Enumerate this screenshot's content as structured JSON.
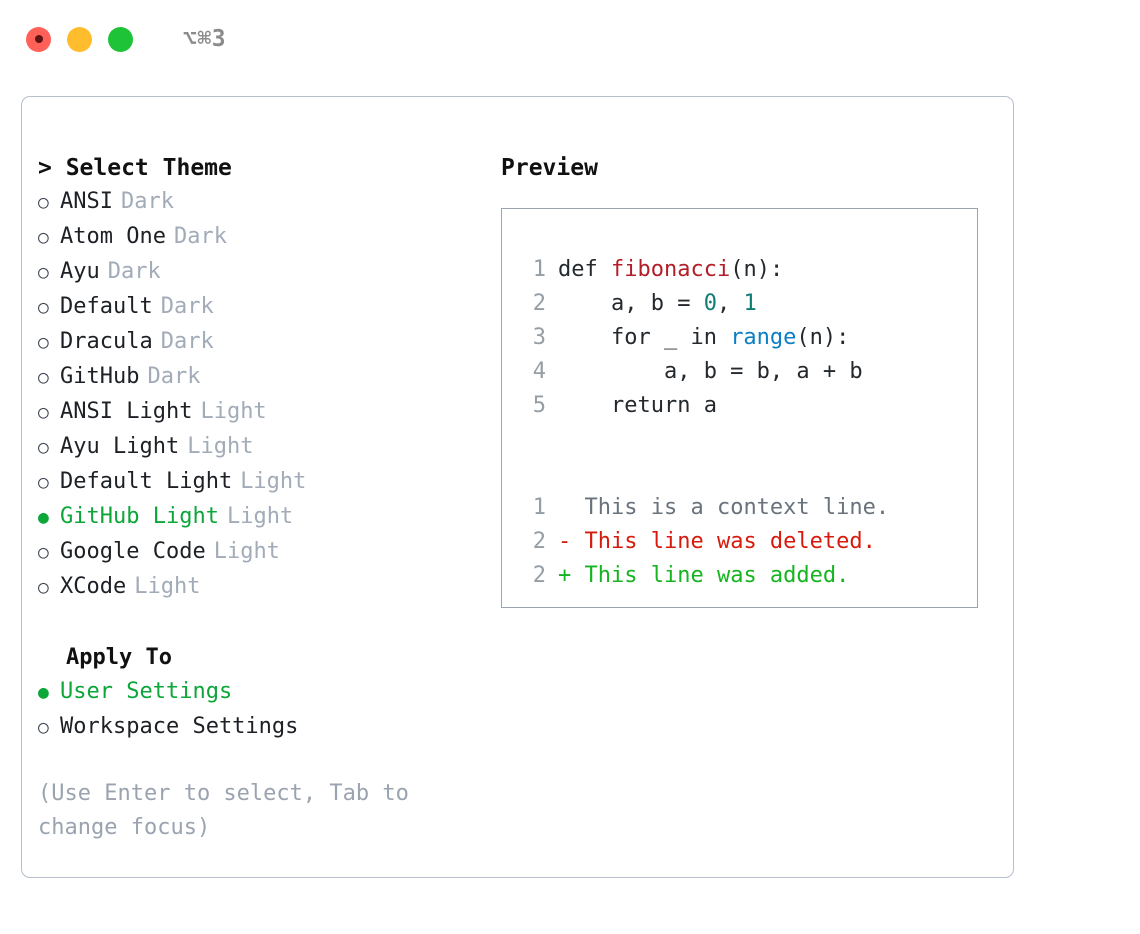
{
  "window": {
    "title": "⌥⌘3",
    "lights": [
      "close-red",
      "minimize-yellow",
      "zoom-green"
    ]
  },
  "left": {
    "header": "> Select Theme",
    "themes": [
      {
        "bullet": "○",
        "label": "ANSI",
        "tag": "Dark",
        "selected": false
      },
      {
        "bullet": "○",
        "label": "Atom One",
        "tag": "Dark",
        "selected": false
      },
      {
        "bullet": "○",
        "label": "Ayu",
        "tag": "Dark",
        "selected": false
      },
      {
        "bullet": "○",
        "label": "Default",
        "tag": "Dark",
        "selected": false
      },
      {
        "bullet": "○",
        "label": "Dracula",
        "tag": "Dark",
        "selected": false
      },
      {
        "bullet": "○",
        "label": "GitHub",
        "tag": "Dark",
        "selected": false
      },
      {
        "bullet": "○",
        "label": "ANSI Light",
        "tag": "Light",
        "selected": false
      },
      {
        "bullet": "○",
        "label": "Ayu Light",
        "tag": "Light",
        "selected": false
      },
      {
        "bullet": "○",
        "label": "Default Light",
        "tag": "Light",
        "selected": false
      },
      {
        "bullet": "●",
        "label": "GitHub Light",
        "tag": "Light",
        "selected": true
      },
      {
        "bullet": "○",
        "label": "Google Code",
        "tag": "Light",
        "selected": false
      },
      {
        "bullet": "○",
        "label": "XCode",
        "tag": "Light",
        "selected": false
      }
    ],
    "apply_to": {
      "header": "Apply To",
      "options": [
        {
          "bullet": "●",
          "label": "User Settings",
          "selected": true
        },
        {
          "bullet": "○",
          "label": "Workspace Settings",
          "selected": false
        }
      ]
    },
    "hint": "(Use Enter to select, Tab to change focus)"
  },
  "right": {
    "header": "Preview",
    "code": [
      {
        "ln": "1",
        "segments": [
          {
            "t": "def ",
            "c": "code-txt"
          },
          {
            "t": "fibonacci",
            "c": "tok-fn"
          },
          {
            "t": "(n):",
            "c": "code-txt"
          }
        ]
      },
      {
        "ln": "2",
        "segments": [
          {
            "t": "    a, b = ",
            "c": "code-txt"
          },
          {
            "t": "0",
            "c": "tok-num"
          },
          {
            "t": ", ",
            "c": "code-txt"
          },
          {
            "t": "1",
            "c": "tok-num"
          }
        ]
      },
      {
        "ln": "3",
        "segments": [
          {
            "t": "    for _ in ",
            "c": "code-txt"
          },
          {
            "t": "range",
            "c": "tok-kw"
          },
          {
            "t": "(n):",
            "c": "code-txt"
          }
        ]
      },
      {
        "ln": "4",
        "segments": [
          {
            "t": "        a, b = b, a + b",
            "c": "code-txt"
          }
        ]
      },
      {
        "ln": "5",
        "segments": [
          {
            "t": "    return a",
            "c": "code-txt"
          }
        ]
      }
    ],
    "diff": [
      {
        "ln": "1",
        "marker": "  ",
        "text": "This is a context line.",
        "kind": "diff-ctx"
      },
      {
        "ln": "2",
        "marker": "- ",
        "text": "This line was deleted.",
        "kind": "diff-del"
      },
      {
        "ln": "2",
        "marker": "+ ",
        "text": "This line was added.",
        "kind": "diff-add"
      }
    ]
  },
  "colors": {
    "accent_green": "#0ca639",
    "muted": "#a2abb8",
    "code_fn": "#b31d28",
    "code_num": "#0f7d73",
    "code_kw": "#0b7ec4",
    "diff_add": "#17b422",
    "diff_del": "#d61b0e",
    "border": "#b6bfcb"
  }
}
